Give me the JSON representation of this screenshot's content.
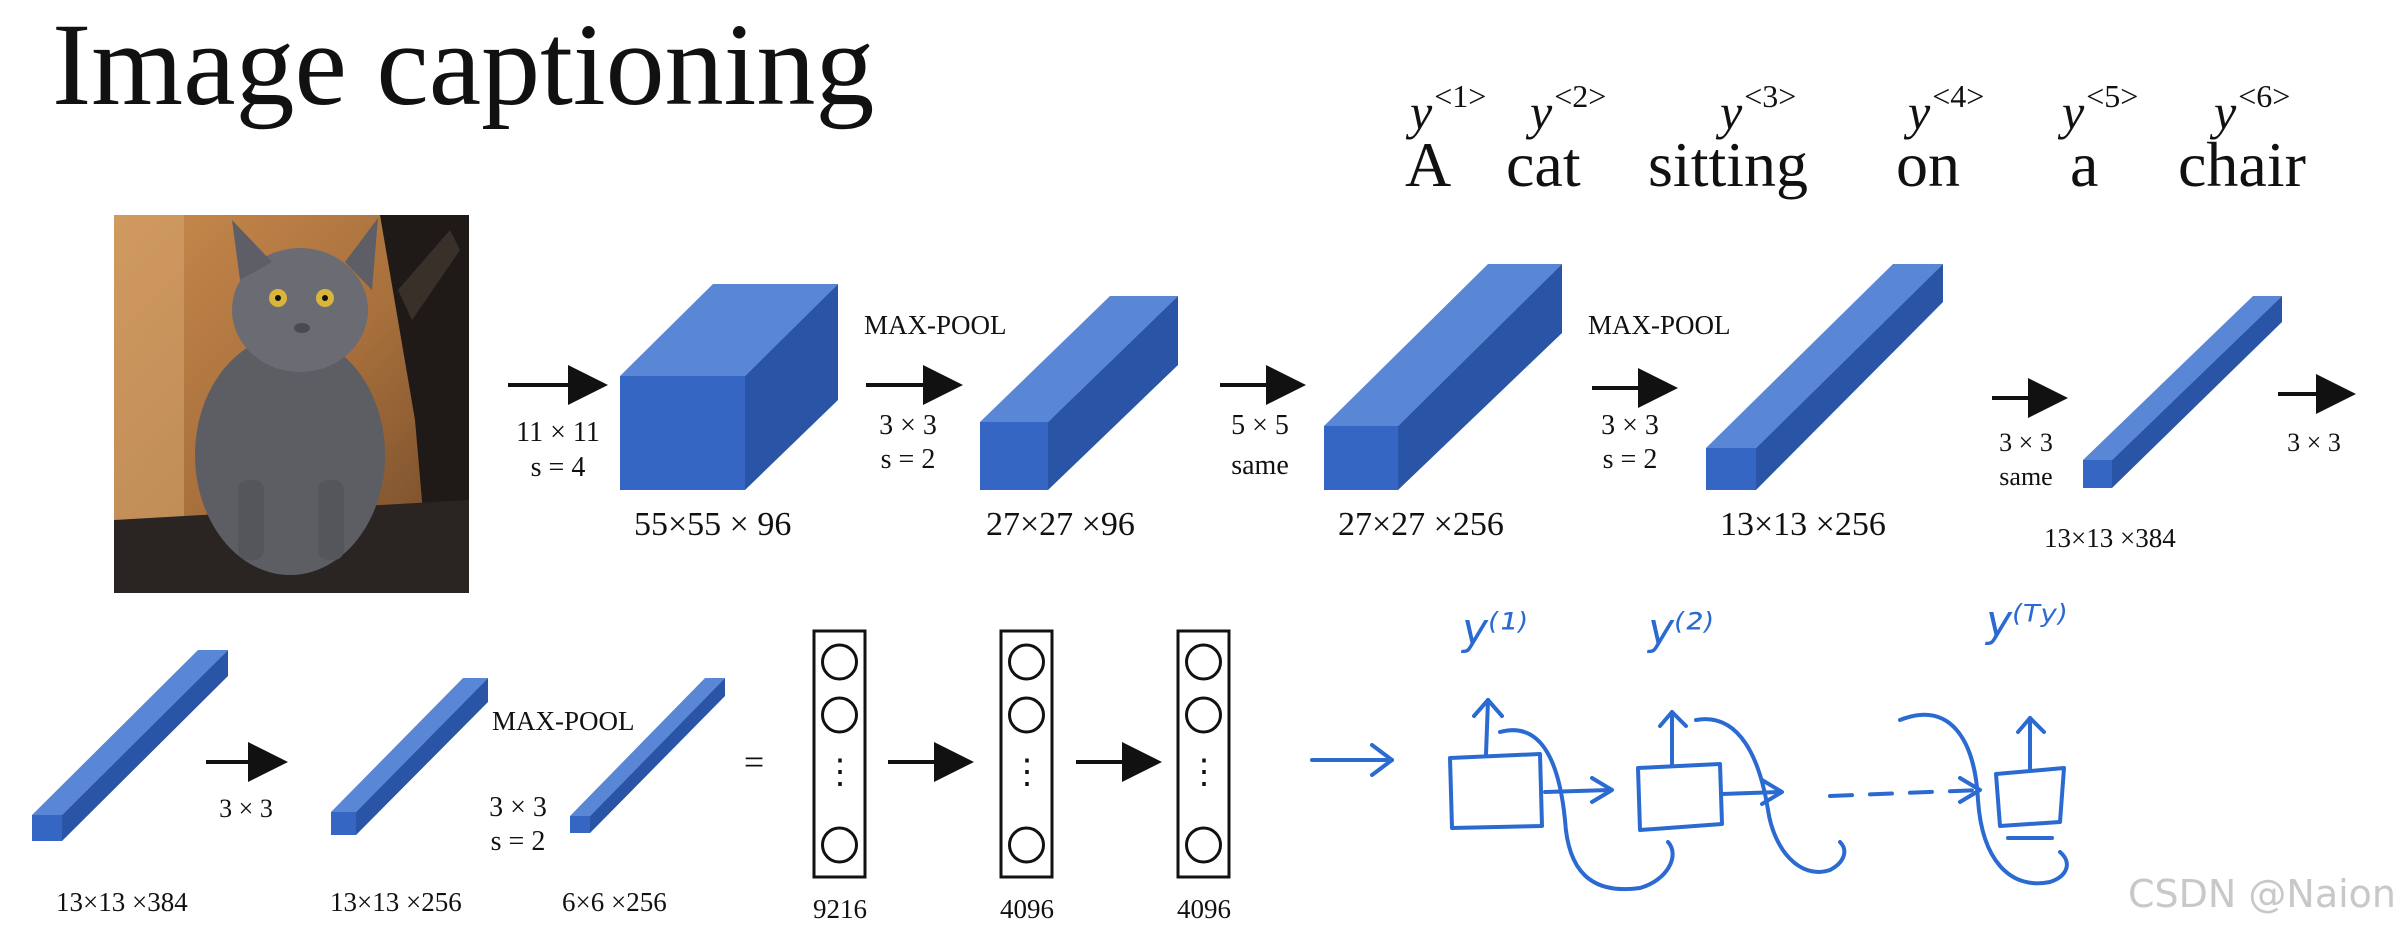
{
  "title": "Image captioning",
  "caption_words": [
    "A",
    "cat",
    "sitting",
    "on",
    "a",
    "chair"
  ],
  "output_labels": [
    {
      "var": "y",
      "sup": "<1>"
    },
    {
      "var": "y",
      "sup": "<2>"
    },
    {
      "var": "y",
      "sup": "<3>"
    },
    {
      "var": "y",
      "sup": "<4>"
    },
    {
      "var": "y",
      "sup": "<5>"
    },
    {
      "var": "y",
      "sup": "<6>"
    }
  ],
  "photo": {
    "subject": "grey-cat-on-chair"
  },
  "row1": {
    "conv1": {
      "filter": "11 × 11",
      "stride": "s = 4",
      "dims": "55×55 × 96"
    },
    "pool1": {
      "title": "MAX-POOL",
      "filter": "3 × 3",
      "stride": "s = 2",
      "dims": "27×27 ×96"
    },
    "conv2": {
      "filter": "5 × 5",
      "stride": "same",
      "dims": "27×27 ×256"
    },
    "pool2": {
      "title": "MAX-POOL",
      "filter": "3 × 3",
      "stride": "s = 2",
      "dims": "13×13 ×256"
    },
    "conv3": {
      "filter": "3 × 3",
      "stride": "same",
      "dims": "13×13 ×384"
    },
    "conv4": {
      "filter": "3 × 3"
    }
  },
  "row2": {
    "block1": {
      "dims": "13×13 ×384"
    },
    "arrow1": {
      "filter": "3 × 3"
    },
    "block2": {
      "dims": "13×13 ×256"
    },
    "pool3": {
      "title": "MAX-POOL",
      "filter": "3 × 3",
      "stride": "s = 2",
      "dims": "6×6 ×256"
    },
    "equals": "=",
    "fc": [
      {
        "size": "9216"
      },
      {
        "size": "4096"
      },
      {
        "size": "4096"
      }
    ],
    "fc_dots": "⋮"
  },
  "rnn_notes": {
    "y1": "y⁽¹⁾",
    "y2": "y⁽²⁾",
    "yT": "y⁽ᵀʸ⁾",
    "dashes": "- - - -"
  },
  "watermark": "CSDN @Naion",
  "colors": {
    "block_front": "#3566c4",
    "block_top": "#5a86d6",
    "block_side": "#2a54a6",
    "ink": "#2a6ad1"
  }
}
